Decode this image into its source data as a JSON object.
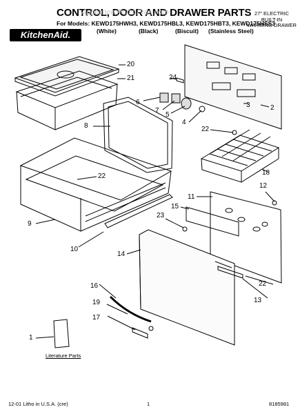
{
  "header": {
    "title": "CONTROL, DOOR AND DRAWER PARTS",
    "watermark": "Appliance Parts Pros.com",
    "models_label": "For Models: KEWD175HWH3, KEWD175HBL3, KEWD175HBT3, KEWD175HSS3",
    "colors": [
      "(White)",
      "(Black)",
      "(Biscuit)",
      "(Stainless Steel)"
    ],
    "brand": "KitchenAid.",
    "side_note": [
      "27\" ELECTRIC",
      "BUILT-IN",
      "WARMING DRAWER"
    ]
  },
  "callouts": [
    "20",
    "21",
    "24",
    "6",
    "7",
    "5",
    "3",
    "4",
    "2",
    "8",
    "22",
    "22",
    "18",
    "12",
    "11",
    "15",
    "23",
    "9",
    "10",
    "14",
    "22",
    "13",
    "16",
    "19",
    "17",
    "1"
  ],
  "literature_label": "Literature Parts",
  "footer": {
    "left": "12-01 Litho in U.S.A. (cre)",
    "center": "1",
    "right": "8185981"
  }
}
